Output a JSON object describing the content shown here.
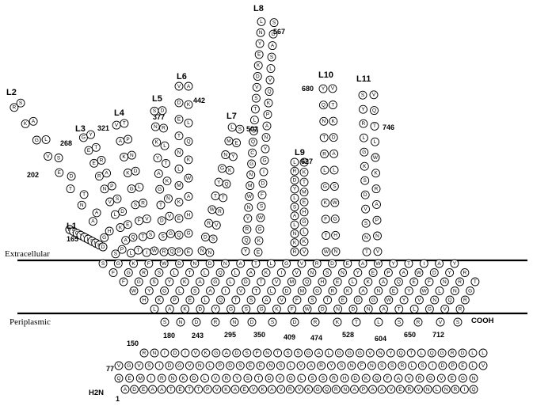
{
  "membrane": {
    "extracellular_label": "Extracellular",
    "periplasmic_label": "Periplasmic"
  },
  "terminals": {
    "n_terminus": "H2N",
    "c_terminus": "COOH"
  },
  "loops": [
    "L1",
    "L2",
    "L3",
    "L4",
    "L5",
    "L6",
    "L7",
    "L8",
    "L9",
    "L10",
    "L11"
  ],
  "residue_numbers": [
    "1",
    "77",
    "150",
    "165",
    "180",
    "202",
    "243",
    "268",
    "295",
    "321",
    "350",
    "377",
    "409",
    "442",
    "474",
    "502",
    "528",
    "567",
    "604",
    "627",
    "650",
    "680",
    "712",
    "746"
  ],
  "n_terminal_rows": [
    "ADEAATETTPVKAEVKAVRVKGQRNAPAAVERVNLNRIQ",
    "NGEVGRVAFQKDHRSSLGVDTSYRVLDKNRIMEQ",
    "VGVSIDGVNLPDSEENSLVARYSNFNSSRLSIDPELV",
    "LLDRGQLTQYNVGGGLAGSSTNFSDAGKVIDINR"
  ],
  "loop_sequences": {
    "L1": "RTSIGPTEHLPRSGYVLSNKD",
    "L2": "SGANTEVGKRSALSDTAHP",
    "L3": "LAKLVNREEGYTRAPSDEQT",
    "L4": "ITFSGKKAVTPNDLRVSW",
    "L5": "RSDTGAYKNSDRLTKNVGQ",
    "L6": "PQEKMLNTEDVAKLQKWAHGE",
    "L7": "NDRWTYGNMLSEYKQTRVSN",
    "L8": "YQRYNWMNGCQSLTSVDKEYNLSGASLVQKPANYGIDFSWGKE",
    "L9": "RKNLASLYDRLWKTMEHGLKV",
    "L10": "WTFKGLRTNQYVTKDALSWGHN",
    "L11": "TNSVDSKGLRYSVQTLWKRAPNV"
  },
  "tm_sequence": "SGKFWDNDNATLGVRDEAWYTIAYFGRSLTLQLAKIVNSNYEPAWDYRFGSYKAGLDTVMQHELKAQEFNRTWYGLSAIVTLDMGRKANEYWLNGHKPELQTSAVFSTEDGWYVNQRLAKDYG",
  "colors": {
    "ink": "#000000",
    "paper": "#ffffff"
  }
}
